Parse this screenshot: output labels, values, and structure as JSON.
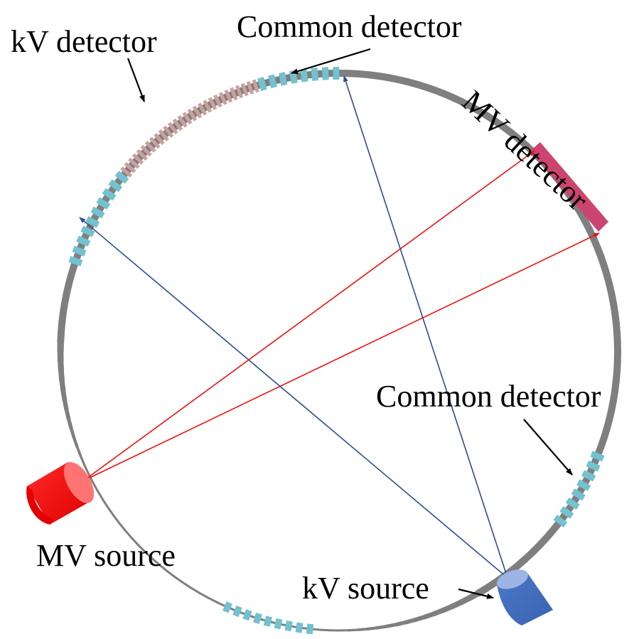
{
  "labels": {
    "kv_detector": "kV detector",
    "common_detector_top": "Common detector",
    "mv_detector": "MV detector",
    "common_detector_bottom": "Common detector",
    "mv_source": "MV source",
    "kv_source": "kV source"
  },
  "colors": {
    "ring": "#7f7f7f",
    "common_detector": "#72c2cf",
    "kv_detector": "#c9a19d",
    "mv_detector": "#cc4470",
    "mv_source": "#ff0000",
    "kv_source": "#4472c4",
    "mv_beam": "#ee1111",
    "kv_beam": "#2e4d8f",
    "arrow": "#000000"
  }
}
